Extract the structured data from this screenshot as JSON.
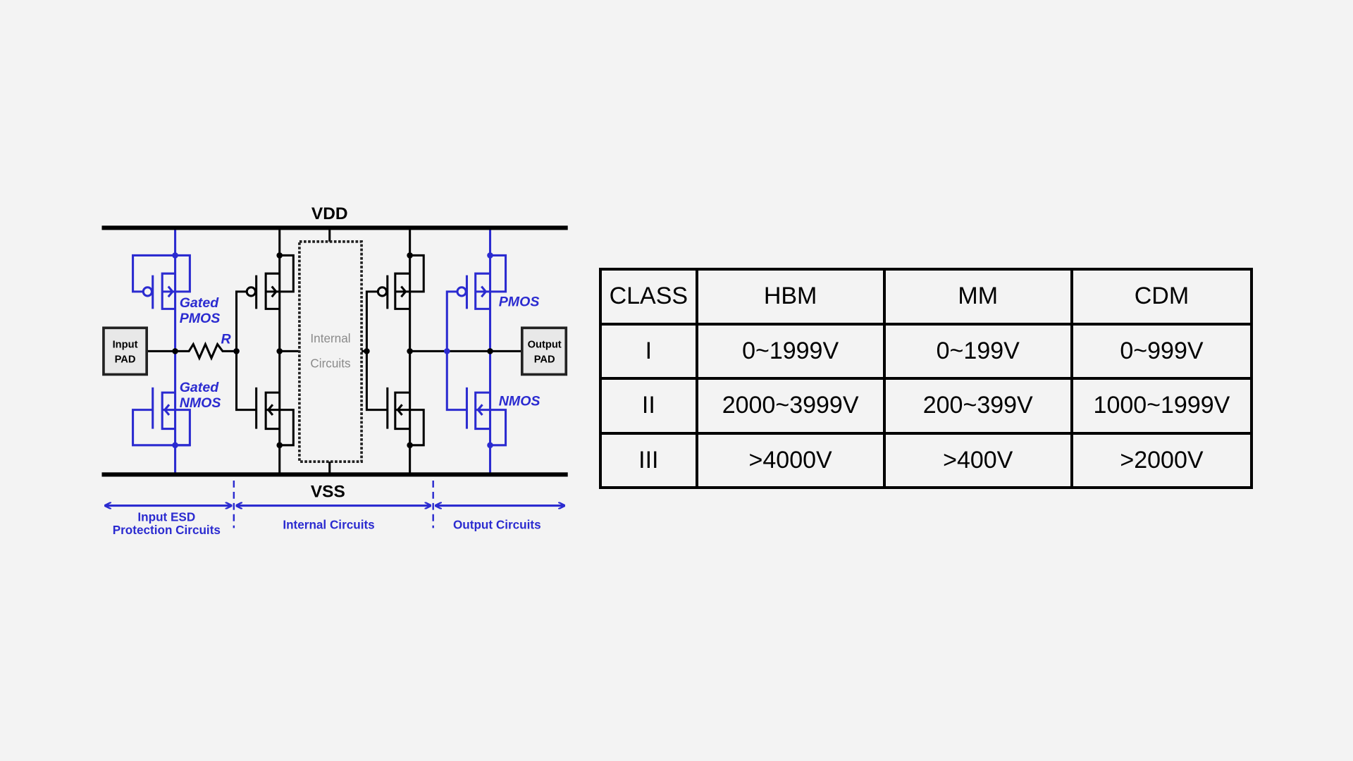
{
  "diagram": {
    "vdd": "VDD",
    "vss": "VSS",
    "input_pad": [
      "Input",
      "PAD"
    ],
    "output_pad": [
      "Output",
      "PAD"
    ],
    "resistor": "R",
    "gated_pmos": [
      "Gated",
      "PMOS"
    ],
    "gated_nmos": [
      "Gated",
      "NMOS"
    ],
    "internal_box": [
      "Internal",
      "Circuits"
    ],
    "output_pmos": "PMOS",
    "output_nmos": "NMOS",
    "sections": {
      "input_esd": [
        "Input ESD",
        "Protection Circuits"
      ],
      "internal": "Internal Circuits",
      "output": "Output Circuits"
    },
    "colors": {
      "esd_blue": "#2b2bd0",
      "wire": "#000000"
    }
  },
  "table": {
    "headers": [
      "CLASS",
      "HBM",
      "MM",
      "CDM"
    ],
    "rows": [
      [
        "I",
        "0~1999V",
        "0~199V",
        "0~999V"
      ],
      [
        "II",
        "2000~3999V",
        "200~399V",
        "1000~1999V"
      ],
      [
        "III",
        ">4000V",
        ">400V",
        ">2000V"
      ]
    ]
  }
}
